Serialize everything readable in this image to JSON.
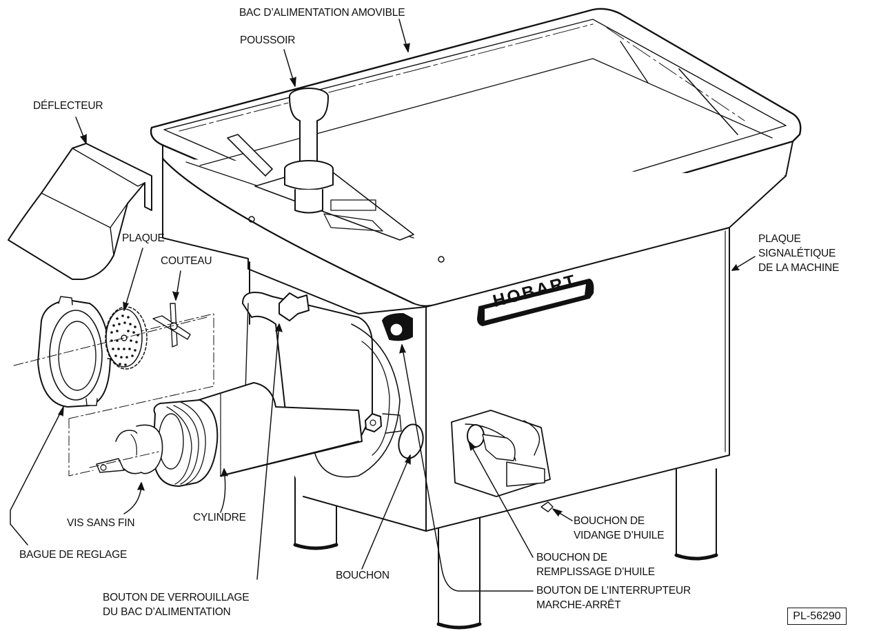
{
  "figure_id": "PL-56290",
  "brand": "HOBART",
  "labels": {
    "bac_alimentation": [
      "BAC D’ALIMENTATION AMOVIBLE"
    ],
    "poussoir": [
      "POUSSOIR"
    ],
    "deflecteur": [
      "DÉFLECTEUR"
    ],
    "plaque": [
      "PLAQUE"
    ],
    "couteau": [
      "COUTEAU"
    ],
    "plaque_signaletique": [
      "PLAQUE",
      "SIGNALÉTIQUE",
      "DE LA MACHINE"
    ],
    "vis_sans_fin": [
      "VIS SANS FIN"
    ],
    "cylindre": [
      "CYLINDRE"
    ],
    "bague_reglage": [
      "BAGUE DE REGLAGE"
    ],
    "bouchon": [
      "BOUCHON"
    ],
    "bouchon_vidange": [
      "BOUCHON DE",
      "VIDANGE D’HUILE"
    ],
    "bouchon_remplissage": [
      "BOUCHON DE",
      "REMPLISSAGE D’HUILE"
    ],
    "bouton_interrupteur": [
      "BOUTON DE L’INTERRUPTEUR",
      "MARCHE-ARRÊT"
    ],
    "bouton_verrouillage": [
      "BOUTON DE VERROUILLAGE",
      "DU BAC D’ALIMENTATION"
    ]
  }
}
